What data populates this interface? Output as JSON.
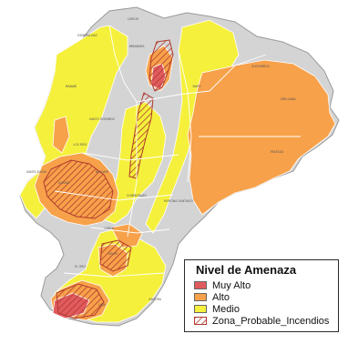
{
  "legend": {
    "title": "Nivel de Amenaza",
    "items": [
      {
        "label": "Muy Alto",
        "color": "#e05a5e"
      },
      {
        "label": "Alto",
        "color": "#f7a14a"
      },
      {
        "label": "Medio",
        "color": "#f5f03c"
      },
      {
        "label": "Zona_Probable_Incendios",
        "color": "#c0392b",
        "pattern": "hatch"
      }
    ]
  },
  "colors": {
    "none": "#d4d4d4",
    "medio": "#f5f03c",
    "alto": "#f7a14a",
    "muy_alto": "#e05a5e",
    "boundary": "#ffffff",
    "hatch": "#b03a2e"
  },
  "province_labels": [
    "Esmeraldas",
    "Carchi",
    "Imbabura",
    "Sucumbíos",
    "Orellana",
    "Napo",
    "Pastaza",
    "Manabí",
    "Santo Domingo",
    "Los Ríos",
    "Guayas",
    "Santa Elena",
    "Bolívar",
    "Chimborazo",
    "Cañar",
    "Azuay",
    "Morona Santiago",
    "El Oro",
    "Loja",
    "Zamora"
  ]
}
